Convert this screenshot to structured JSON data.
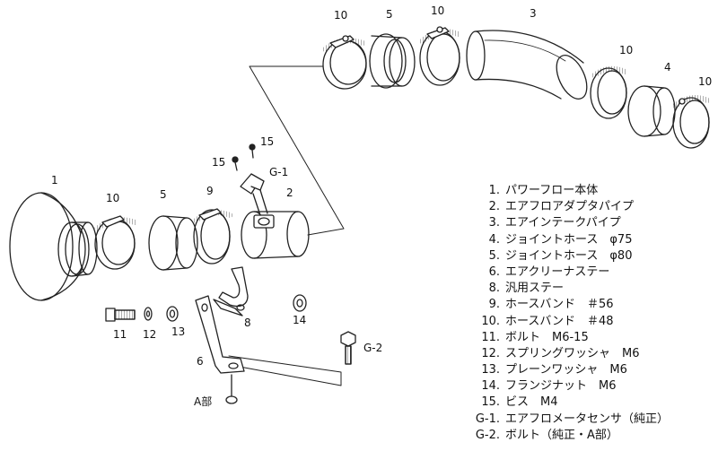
{
  "callouts": {
    "n10_top_left": "10",
    "n5_top": "5",
    "n10_top_mid": "10",
    "n3": "3",
    "n10_right_a": "10",
    "n4": "4",
    "n10_right_b": "10",
    "n15_a": "15",
    "n15_b": "15",
    "g1": "G-1",
    "n1": "1",
    "n10_mid": "10",
    "n5_mid": "5",
    "n9": "9",
    "n2": "2",
    "n11": "11",
    "n12": "12",
    "n13": "13",
    "n8": "8",
    "n14": "14",
    "n6": "6",
    "g2": "G-2",
    "a_part": "A部"
  },
  "legend": [
    {
      "key": "1.",
      "text": "パワーフロー本体"
    },
    {
      "key": "2.",
      "text": "エアフロアダプタパイプ"
    },
    {
      "key": "3.",
      "text": "エアインテークパイプ"
    },
    {
      "key": "4.",
      "text": "ジョイントホース　φ75"
    },
    {
      "key": "5.",
      "text": "ジョイントホース　φ80"
    },
    {
      "key": "6.",
      "text": "エアクリーナステー"
    },
    {
      "key": "8.",
      "text": "汎用ステー"
    },
    {
      "key": "9.",
      "text": "ホースバンド　＃56"
    },
    {
      "key": "10.",
      "text": "ホースバンド　＃48"
    },
    {
      "key": "11.",
      "text": "ボルト　M6-15"
    },
    {
      "key": "12.",
      "text": "スプリングワッシャ　M6"
    },
    {
      "key": "13.",
      "text": "プレーンワッシャ　M6"
    },
    {
      "key": "14.",
      "text": "フランジナット　M6"
    },
    {
      "key": "15.",
      "text": "ビス　M4"
    },
    {
      "key": "G-1.",
      "text": "エアフロメータセンサ（純正）"
    },
    {
      "key": "G-2.",
      "text": "ボルト（純正・A部）"
    }
  ]
}
